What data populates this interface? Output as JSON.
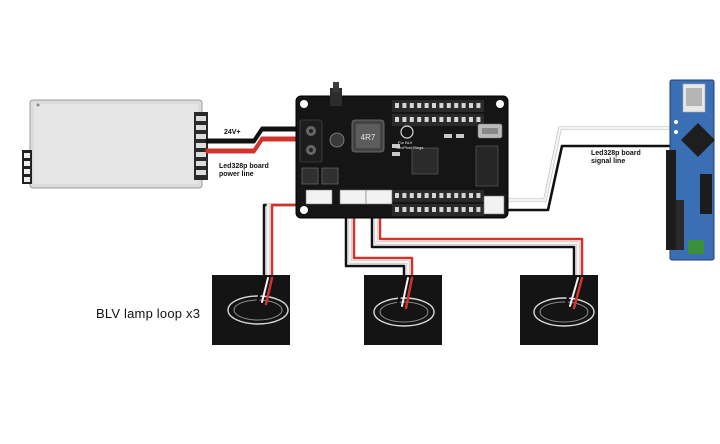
{
  "labels": {
    "voltage": "24V+",
    "power_line": [
      "Led328p board",
      "power line"
    ],
    "signal_line": [
      "Led328p board",
      "signal line"
    ],
    "lamp_loop": "BLV lamp loop x3"
  },
  "board": {
    "inductor_text": "4R7",
    "title": [
      "For BLV",
      "NeoPixel Rings"
    ]
  },
  "colors": {
    "wire_red": "#d0342c",
    "wire_black": "#111111",
    "wire_white": "#f4f4f4",
    "pcb": "#151515",
    "psu": "#dadada",
    "controller_pcb": "#3b6fb5"
  }
}
